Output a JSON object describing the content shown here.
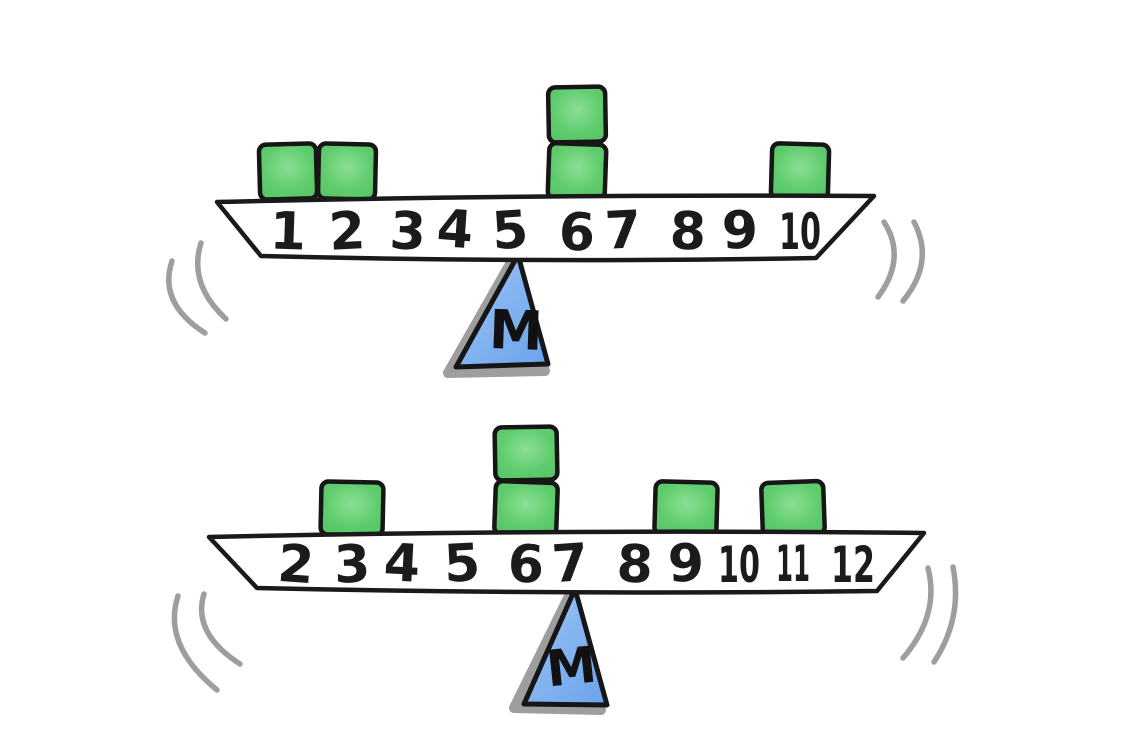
{
  "figure": {
    "description": "Hand-drawn diagram of two balance beams showing the mean (M) as the balance point of data values represented by green blocks on a number line",
    "colors": {
      "block_fill": "#5ecb6c",
      "block_fill_light": "#8adf93",
      "block_stroke": "#161616",
      "beam_stroke": "#1a1a1a",
      "beam_fill": "#ffffff",
      "triangle_fill": "#7fb0ef",
      "triangle_fill_light": "#aecdf7",
      "triangle_stroke": "#161616",
      "shadow_gray": "#8e8e8e",
      "motion_arc_gray": "#9e9e9e",
      "ink": "#1b1b1b",
      "background": "#ffffff"
    },
    "beams": [
      {
        "name": "top-balance",
        "numbers": [
          "1",
          "2",
          "3",
          "4",
          "5",
          "6",
          "7",
          "8",
          "9",
          "10"
        ],
        "blocks_at": [
          1,
          2,
          6,
          6,
          10
        ],
        "fulcrum_label": "M",
        "fulcrum_position": 5
      },
      {
        "name": "bottom-balance",
        "numbers": [
          "2",
          "3",
          "4",
          "5",
          "6",
          "7",
          "8",
          "9",
          "10",
          "11",
          "12"
        ],
        "blocks_at": [
          3,
          6,
          6,
          9,
          11
        ],
        "fulcrum_label": "M",
        "fulcrum_position": 7
      }
    ]
  },
  "chart_data": [
    {
      "type": "dot-plot-balance-beam",
      "x_ticks": [
        1,
        2,
        3,
        4,
        5,
        6,
        7,
        8,
        9,
        10
      ],
      "values": [
        1,
        2,
        6,
        6,
        10
      ],
      "stack_counts": {
        "1": 1,
        "2": 1,
        "6": 2,
        "10": 1
      },
      "fulcrum_label": "M",
      "fulcrum_position": 5,
      "legend_position": "none",
      "grid": false
    },
    {
      "type": "dot-plot-balance-beam",
      "x_ticks": [
        2,
        3,
        4,
        5,
        6,
        7,
        8,
        9,
        10,
        11,
        12
      ],
      "values": [
        3,
        6,
        6,
        9,
        11
      ],
      "stack_counts": {
        "3": 1,
        "6": 2,
        "9": 1,
        "11": 1
      },
      "fulcrum_label": "M",
      "fulcrum_position": 7,
      "legend_position": "none",
      "grid": false
    }
  ]
}
